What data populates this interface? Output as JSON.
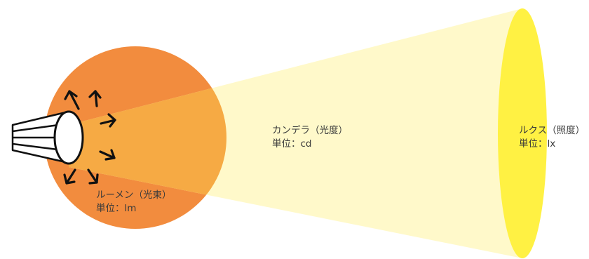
{
  "colors": {
    "lumen_sphere": "#F28C3E",
    "candela_beam": "#FFF8C6",
    "lux_surface": "#FFF143",
    "beam_overlap": "#F6AA44",
    "arrow": "#111111",
    "lamp_outline": "#111111",
    "text": "#3A3A3A"
  },
  "lumen": {
    "title": "ルーメン（光束）",
    "unit": "単位：lm"
  },
  "candela": {
    "title": "カンデラ（光度）",
    "unit": "単位：cd"
  },
  "lux": {
    "title": "ルクス（照度）",
    "unit": "単位：lx"
  },
  "icons": [
    "flashlight-icon",
    "arrow-icon"
  ]
}
